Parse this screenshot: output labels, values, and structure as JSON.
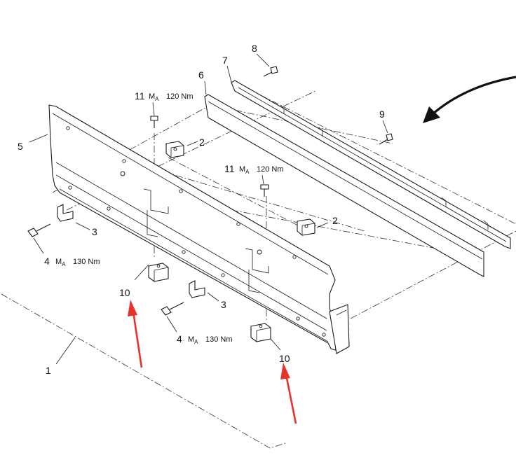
{
  "callouts": {
    "c1": "1",
    "c2a": "2",
    "c2b": "2",
    "c3a": "3",
    "c3b": "3",
    "c4a": "4",
    "c4b": "4",
    "c5": "5",
    "c6": "6",
    "c7": "7",
    "c8": "8",
    "c9": "9",
    "c10a": "10",
    "c10b": "10",
    "c11a": "11",
    "c11b": "11"
  },
  "torque": {
    "symbol": "M",
    "subscript": "A",
    "value_120": "120 Nm",
    "value_130": "130 Nm"
  },
  "colors": {
    "highlight_arrow": "#e8322e",
    "line": "#1a1a1a"
  }
}
